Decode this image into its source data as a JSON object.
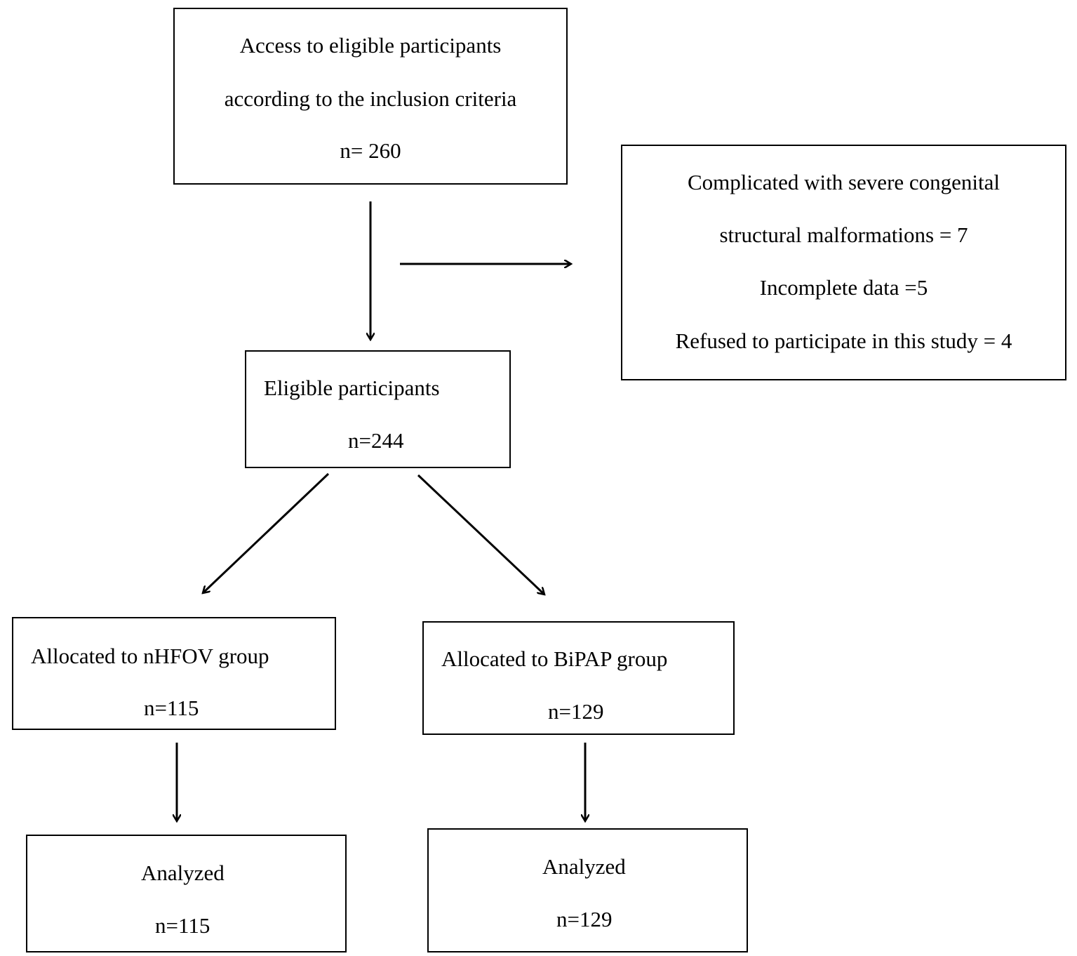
{
  "start": {
    "line1": "Access to eligible participants",
    "line2": "according to the inclusion criteria",
    "count": "n= 260"
  },
  "excluded": {
    "line1": "Complicated with severe congenital",
    "line2": "structural malformations = 7",
    "line3": "Incomplete data =5",
    "line4": "Refused to participate in this study = 4"
  },
  "eligible": {
    "label": "Eligible participants",
    "count": "n=244"
  },
  "nhfov": {
    "label": "Allocated to nHFOV group",
    "count": "n=115"
  },
  "bipap": {
    "label": "Allocated to BiPAP group",
    "count": "n=129"
  },
  "analyzed_nhfov": {
    "label": "Analyzed",
    "count": "n=115"
  },
  "analyzed_bipap": {
    "label": "Analyzed",
    "count": "n=129"
  }
}
